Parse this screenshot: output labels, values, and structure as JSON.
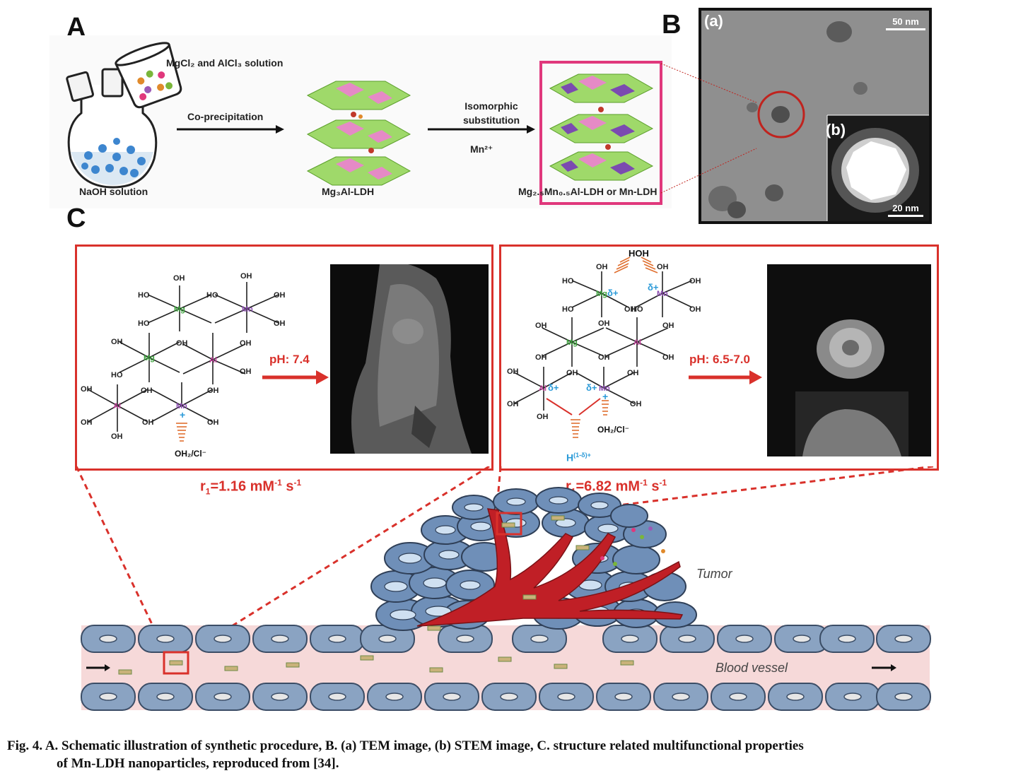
{
  "panels": {
    "A": "A",
    "B": "B",
    "C": "C"
  },
  "panelA": {
    "flask_label": "NaOH solution",
    "beaker_label": "MgCl₂ and AlCl₃ solution",
    "step1_label": "Co-precipitation",
    "product1_label": "Mg₃Al-LDH",
    "step2_label_line1": "Isomorphic",
    "step2_label_line2": "substitution",
    "step2_reagent": "Mn²⁺",
    "product2_label": "Mg₂.₅Mn₀.₅Al-LDH or Mn-LDH"
  },
  "panelB": {
    "sub_a": "(a)",
    "sub_b": "(b)",
    "scale_a": "50 nm",
    "scale_b": "20 nm"
  },
  "panelC": {
    "left": {
      "ph": "pH: 7.4",
      "relaxivity_prefix": "r",
      "relaxivity_sub": "1",
      "relaxivity_value": "=1.16  mM",
      "relaxivity_exp1": "-1",
      "relaxivity_s": " s",
      "relaxivity_exp2": "-1",
      "water_label": "OH₂/Cl⁻"
    },
    "right": {
      "ph": "pH: 6.5-7.0",
      "relaxivity_prefix": "r",
      "relaxivity_sub": "1",
      "relaxivity_value": "=6.82  mM",
      "relaxivity_exp1": "-1",
      "relaxivity_s": " s",
      "relaxivity_exp2": "-1",
      "water_label": "OH₂/Cl⁻",
      "hoh": "HOH",
      "h_partial": "H",
      "h_partial_sup": "(1-δ)+"
    },
    "tumor_label": "Tumor",
    "vessel_label": "Blood vessel"
  },
  "caption": {
    "line1": "Fig. 4. A. Schematic illustration of synthetic procedure, B. (a) TEM image, (b) STEM image, C. structure related multifunctional properties",
    "line2": "of Mn-LDH nanoparticles, reproduced from [34]."
  },
  "colors": {
    "accent_red": "#d9312b",
    "magenta_box": "#e0387c",
    "mg_green": "#3aa13a",
    "mn_purple": "#8a4bb0",
    "al_pink": "#c0409a",
    "delta_blue": "#2a9ad8",
    "cell_blue": "#8aa3c2",
    "vessel_pink": "#f6d9d9"
  }
}
